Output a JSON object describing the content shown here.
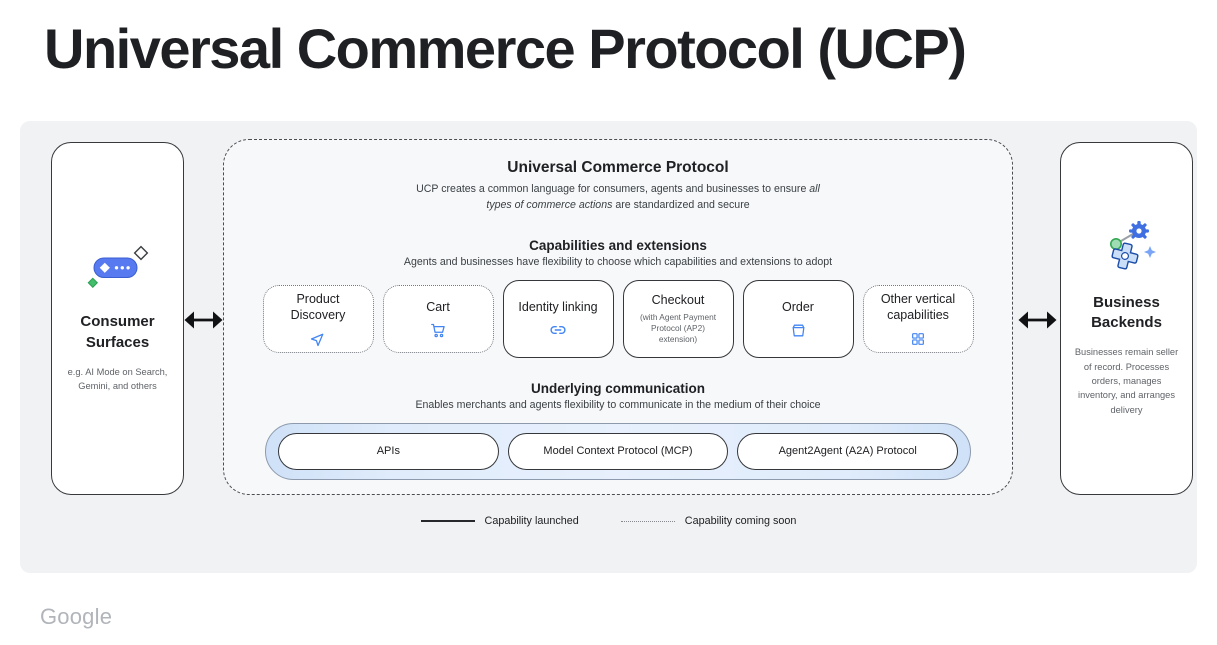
{
  "page": {
    "title": "Universal Commerce Protocol (UCP)",
    "brand": "Google"
  },
  "colors": {
    "accent_blue": "#4285f4",
    "panel_bg": "#f0f2f4",
    "pill_bar_bg": "#d9e7fa",
    "green": "#34a853",
    "text_dark": "#202124",
    "text_gray": "#5f6368"
  },
  "consumer_surfaces": {
    "icon": "ai-chat-pill-icon",
    "title": "Consumer Surfaces",
    "subtitle": "e.g. AI Mode on Search, Gemini, and others"
  },
  "business_backends": {
    "icon": "gears-icon",
    "title": "Business Backends",
    "subtitle": "Businesses remain seller of record. Processes orders, manages inventory, and arranges delivery"
  },
  "ucp": {
    "title": "Universal Commerce Protocol",
    "subtitle_part1": "UCP creates a common language for consumers, agents and businesses to ensure ",
    "subtitle_italic": "all types of commerce actions",
    "subtitle_part2": " are standardized and secure",
    "capabilities": {
      "title": "Capabilities and extensions",
      "subtitle": "Agents and businesses have flexibility to choose which capabilities and extensions to adopt",
      "items": [
        {
          "label": "Product Discovery",
          "icon": "send-icon",
          "status": "coming-soon"
        },
        {
          "label": "Cart",
          "icon": "cart-icon",
          "status": "coming-soon"
        },
        {
          "label": "Identity linking",
          "icon": "link-icon",
          "status": "launched"
        },
        {
          "label": "Checkout",
          "sublabel": "(with Agent Payment Protocol (AP2) extension)",
          "status": "launched"
        },
        {
          "label": "Order",
          "icon": "order-box-icon",
          "status": "launched"
        },
        {
          "label": "Other vertical capabilities",
          "icon": "grid-icon",
          "status": "coming-soon"
        }
      ]
    },
    "communication": {
      "title": "Underlying communication",
      "subtitle": "Enables merchants and agents flexibility to communicate in the medium of their choice",
      "items": [
        {
          "label": "APIs"
        },
        {
          "label": "Model Context Protocol (MCP)"
        },
        {
          "label": "Agent2Agent (A2A) Protocol"
        }
      ]
    }
  },
  "legend": {
    "launched_label": "Capability launched",
    "coming_soon_label": "Capability coming soon"
  }
}
